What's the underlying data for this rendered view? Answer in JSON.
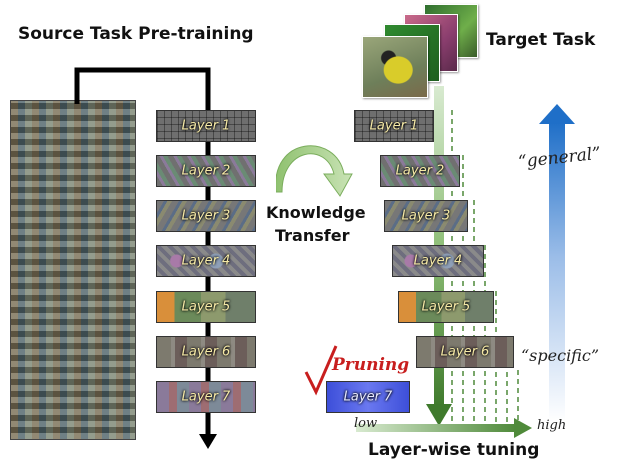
{
  "source_title": "Source Task Pre-training",
  "target_title": "Target Task",
  "knowledge_transfer": {
    "line1": "Knowledge",
    "line2": "Transfer"
  },
  "pruning_label": "Pruning",
  "general_label": "“general”",
  "specific_label": "“specific”",
  "axis": {
    "label": "Layer-wise tuning",
    "low": "low",
    "high": "high"
  },
  "layers": [
    "Layer 1",
    "Layer 2",
    "Layer 3",
    "Layer 4",
    "Layer 5",
    "Layer 6",
    "Layer 7"
  ],
  "colors": {
    "green_arrow": "#4f8a3a",
    "blue_arrow": "#1f6fc8",
    "pruning_red": "#c81e1e",
    "pruned_layer_blue": "#4a5ae6"
  }
}
